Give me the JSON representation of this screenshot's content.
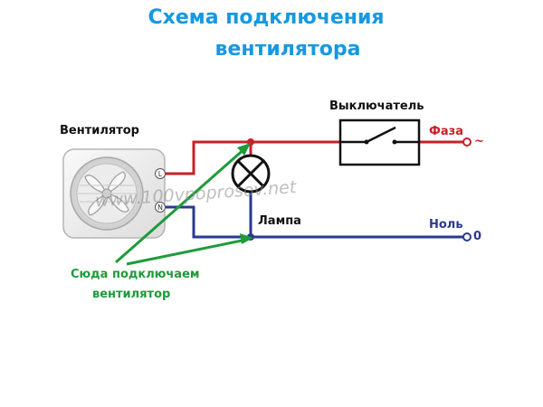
{
  "title": {
    "line1": "Схема подключения",
    "line2": "вентилятора",
    "color": "#1599e0"
  },
  "labels": {
    "fan": "Вентилятор",
    "switch": "Выключатель",
    "lamp": "Лампа",
    "phase": "Фаза",
    "phase_symbol": "~",
    "neutral": "Ноль",
    "neutral_symbol": "0",
    "note_line1": "Сюда подключаем",
    "note_line2": "вентилятор",
    "terminal_l": "L",
    "terminal_n": "N",
    "watermark": "www.100vpoprosov.net"
  },
  "colors": {
    "phase_wire": "#c8202a",
    "neutral_wire": "#2b3990",
    "note_arrows": "#1e9b3a",
    "text": "#111111"
  }
}
